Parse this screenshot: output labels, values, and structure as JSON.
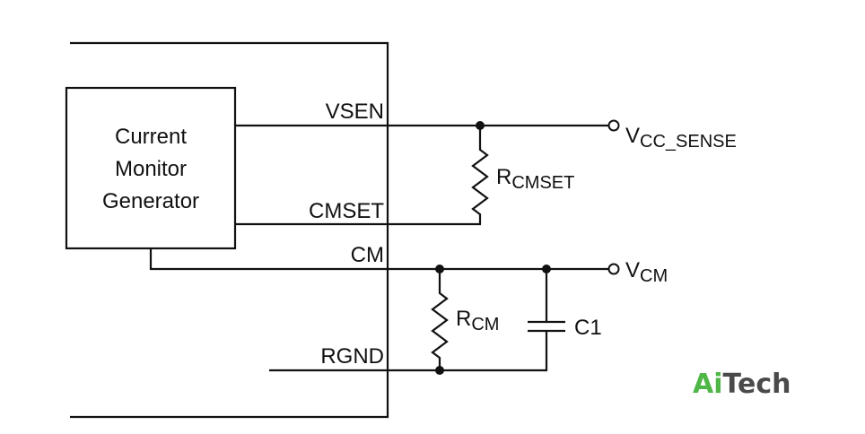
{
  "block": {
    "line1": "Current",
    "line2": "Monitor",
    "line3": "Generator"
  },
  "pins": {
    "vsen": "VSEN",
    "cmset": "CMSET",
    "cm": "CM",
    "rgnd": "RGND"
  },
  "terminals": {
    "vcc_sense": {
      "main": "V",
      "sub": "CC_SENSE"
    },
    "vcm": {
      "main": "V",
      "sub": "CM"
    }
  },
  "components": {
    "rcmset": {
      "main": "R",
      "sub": "CMSET"
    },
    "rcm": {
      "main": "R",
      "sub": "CM"
    },
    "c1": "C1"
  },
  "logo": {
    "part1": "Ai",
    "part2": "Tech"
  },
  "colors": {
    "ink": "#111111",
    "logo_green": "#4fb748",
    "logo_gray": "#4a4a4a"
  }
}
